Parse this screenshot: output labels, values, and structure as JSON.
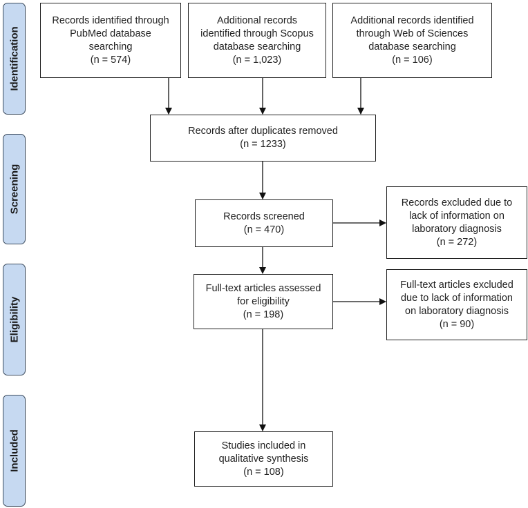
{
  "stages": {
    "identification": "Identification",
    "screening": "Screening",
    "eligibility": "Eligibility",
    "included": "Included"
  },
  "boxes": {
    "pubmed": {
      "lines": [
        "Records identified through",
        "PubMed database",
        "searching",
        "(n = 574)"
      ]
    },
    "scopus": {
      "lines": [
        "Additional records",
        "identified through Scopus",
        "database searching",
        "(n = 1,023)"
      ]
    },
    "wos": {
      "lines": [
        "Additional records identified",
        "through Web of Sciences",
        "database searching",
        "(n = 106)"
      ]
    },
    "duplicates": {
      "lines": [
        "Records after duplicates removed",
        "(n = 1233)"
      ]
    },
    "screened": {
      "lines": [
        "Records screened",
        "(n = 470)"
      ]
    },
    "excluded_records": {
      "lines": [
        "Records excluded due to",
        "lack of information on",
        "laboratory diagnosis",
        "(n = 272)"
      ]
    },
    "fulltext": {
      "lines": [
        "Full-text articles assessed",
        "for eligibility",
        "(n = 198)"
      ]
    },
    "excluded_fulltext": {
      "lines": [
        "Full-text articles excluded",
        "due to lack of information",
        "on laboratory diagnosis",
        "(n = 90)"
      ]
    },
    "included": {
      "lines": [
        "Studies included in",
        "qualitative synthesis",
        "(n = 108)"
      ]
    }
  }
}
